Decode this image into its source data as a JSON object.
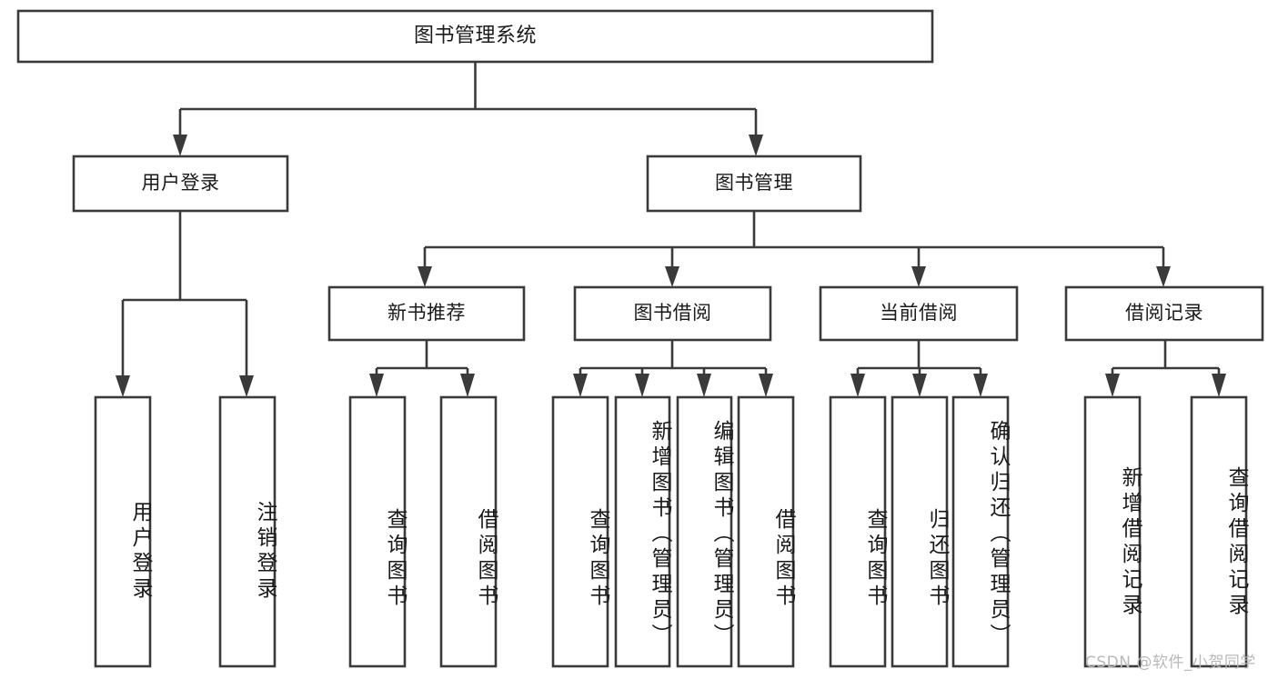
{
  "diagram": {
    "title": "图书管理系统",
    "type": "tree-hierarchy",
    "watermark": "CSDN @软件_小贺同学",
    "colors": {
      "stroke": "#3a3a3a",
      "fill": "#ffffff",
      "text": "#1a1a1a",
      "watermark": "#b9b9b9",
      "background": "#ffffff"
    },
    "levels": {
      "root": {
        "label": "图书管理系统"
      },
      "modules": [
        {
          "label": "用户登录"
        },
        {
          "label": "图书管理"
        }
      ],
      "submodules": [
        {
          "label": "新书推荐"
        },
        {
          "label": "图书借阅"
        },
        {
          "label": "当前借阅"
        },
        {
          "label": "借阅记录"
        }
      ],
      "leaves": {
        "user_login": [
          {
            "label": "用户登录"
          },
          {
            "label": "注销登录"
          }
        ],
        "new_book_recommend": [
          {
            "label": "查询图书"
          },
          {
            "label": "借阅图书"
          }
        ],
        "book_borrow": [
          {
            "label": "查询图书"
          },
          {
            "label": "新增图书（管理员）"
          },
          {
            "label": "编辑图书（管理员）"
          },
          {
            "label": "借阅图书"
          }
        ],
        "current_borrow": [
          {
            "label": "查询图书"
          },
          {
            "label": "归还图书"
          },
          {
            "label": "确认归还（管理员）"
          }
        ],
        "borrow_record": [
          {
            "label": "新增借阅记录"
          },
          {
            "label": "查询借阅记录"
          }
        ]
      }
    }
  }
}
